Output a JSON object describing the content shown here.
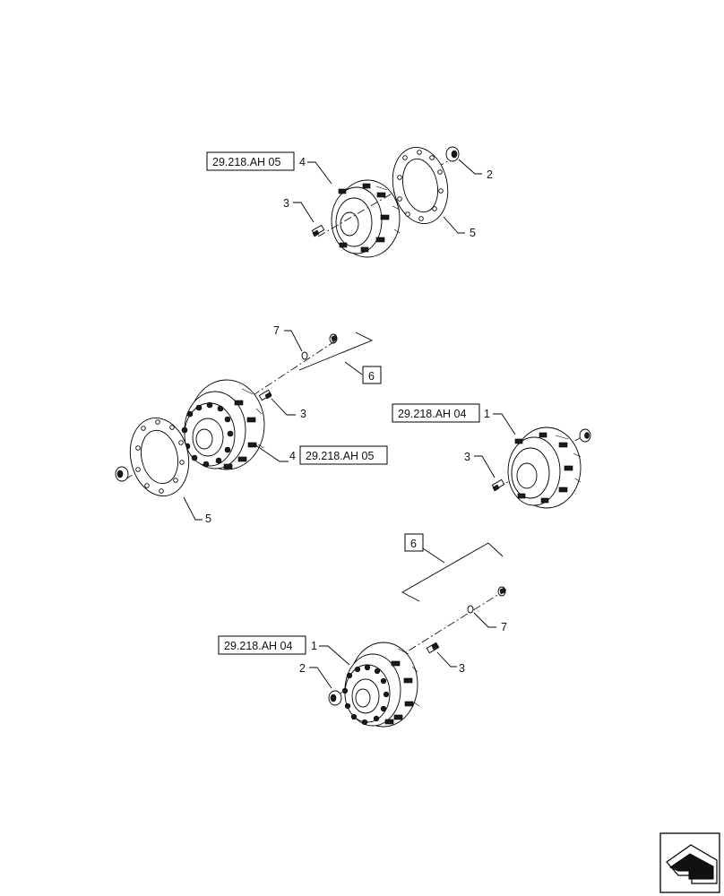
{
  "refs": {
    "top_hub": "29.218.AH 05",
    "middle_left_hub": "29.218.AH 05",
    "middle_right_hub": "29.218.AH 04",
    "bottom_hub": "29.218.AH 04"
  },
  "callouts": {
    "top": {
      "hub": "4",
      "nut": "2",
      "bolt": "3",
      "gasket": "5"
    },
    "middle_left": {
      "seal": "7",
      "kit": "6",
      "bolt": "3",
      "hub": "4",
      "gasket": "5"
    },
    "middle_right": {
      "hub": "1",
      "bolt": "3"
    },
    "bottom": {
      "kit": "6",
      "seal": "7",
      "hub": "1",
      "nut": "2",
      "bolt": "3"
    }
  },
  "icons": {
    "navigation": "previous-page-arrow-icon"
  }
}
